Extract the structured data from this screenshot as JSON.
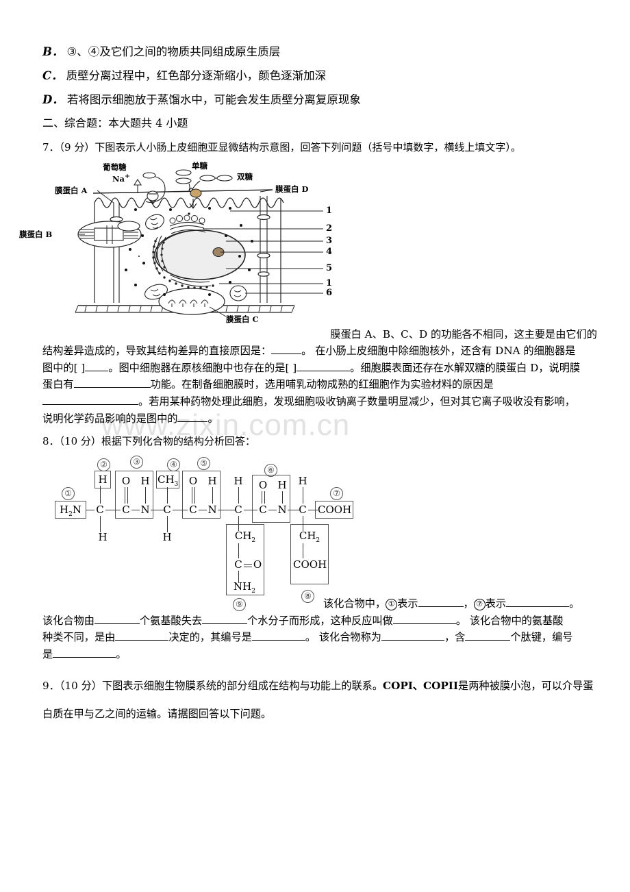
{
  "watermark": "www.zixin.com.cn",
  "options": [
    {
      "letter": "B．",
      "text": "③、④及它们之间的物质共同组成原生质层"
    },
    {
      "letter": "C．",
      "text": "质壁分离过程中，红色部分逐渐缩小，颜色逐渐加深"
    },
    {
      "letter": "D．",
      "text": "若将图示细胞放于蒸馏水中，可能会发生质壁分离复原现象"
    }
  ],
  "section_heading": "二、综合题：本大题共 4 小题",
  "q7": {
    "head": "7．（9 分）下图表示人小肠上皮细胞亚显微结构示意图，回答下列问题（括号中填数字，横线上填文字）。",
    "figure": {
      "labels": {
        "glucose": "葡萄糖",
        "sodium": "Na",
        "sodium_charge": "+",
        "monosaccharide": "单糖",
        "disaccharide": "双糖",
        "protein_a": "膜蛋白 A",
        "protein_b": "膜蛋白 B",
        "protein_c": "膜蛋白 C",
        "protein_d": "膜蛋白 D"
      },
      "leader_numbers": [
        "1",
        "2",
        "3",
        "4",
        "5",
        "1",
        "6"
      ]
    },
    "body_line1": "膜蛋白 A、B、C、D 的功能各不相同，这主要是由它们的",
    "body_line2_a": "结构差异造成的，导致其结构差异的直接原因是：",
    "body_line2_b": "。  在小肠上皮细胞中除细胞核外，还含有 DNA 的细胞器是",
    "body_line3_a": "图中的[ ]",
    "body_line3_b": "。图中细胞器在原核细胞中也存在的是[ ]",
    "body_line3_c": "。细胞膜表面还存在水解双糖的膜蛋白 D，说明膜",
    "body_line4_a": "蛋白有",
    "body_line4_b": "功能。在制备细胞膜时，选用哺乳动物成熟的红细胞作为实验材料的原因是",
    "body_line5_b": "。若用某种药物处理此细胞，发现细胞吸收钠离子数量明显减少，但对其它离子吸收没有影响，",
    "body_line6_a": "说明化学药品影响的是图中的",
    "body_line6_b": "。"
  },
  "q8": {
    "head": "8．（10 分）根据下列化合物的结构分析回答：",
    "structure": {
      "backbone": [
        "H₂N",
        "C",
        "C",
        "N",
        "C",
        "C",
        "N",
        "C",
        "C",
        "N",
        "C",
        "COOH"
      ],
      "groups": {
        "g1": "H₂N",
        "g2": "H",
        "g3_o": "O",
        "g3_h": "H",
        "g4": "CH₃",
        "g5_o": "O",
        "g5_h": "H",
        "g6_o": "O",
        "g6_h": "H",
        "g7": "COOH",
        "g8_ch2": "CH₂",
        "g8_cooh": "COOH",
        "g9_ch2": "CH₂",
        "g9_co": "C",
        "g9_o": "O",
        "g9_nh2": "NH₂",
        "h_down_1": "H",
        "h_down_2": "H",
        "h_up_r3": "H",
        "h_up_r4": "H"
      },
      "circled": [
        "①",
        "②",
        "③",
        "④",
        "⑤",
        "⑥",
        "⑦",
        "⑧",
        "⑨"
      ]
    },
    "note_line_a": "该化合物中，",
    "note_c1": "①",
    "note_line_b": "表示",
    "note_c7": "⑦",
    "note_line_c": "表示",
    "note_line_d": "。",
    "line2_a": "该化合物由",
    "line2_b": "个氨基酸失去",
    "line2_c": "个水分子而形成，这种反应叫做",
    "line2_d": "。  该化合物中的氨基酸",
    "line3_a": "种类不同，是由",
    "line3_b": "决定的，其编号是",
    "line3_c": "。  该化合物称为",
    "line3_d": "，含",
    "line3_e": "个肽键，编号",
    "line4_a": "是",
    "line4_b": "。"
  },
  "q9": {
    "head_a": "9．（10 分）下图表示细胞生物膜系统的部分组成在结构与功能上的联系。",
    "head_bold": "COPI、COPII",
    "head_b": "是两种被膜小泡，可以介导蛋",
    "head_line2": "白质在甲与乙之间的运输。请据图回答以下问题。"
  }
}
